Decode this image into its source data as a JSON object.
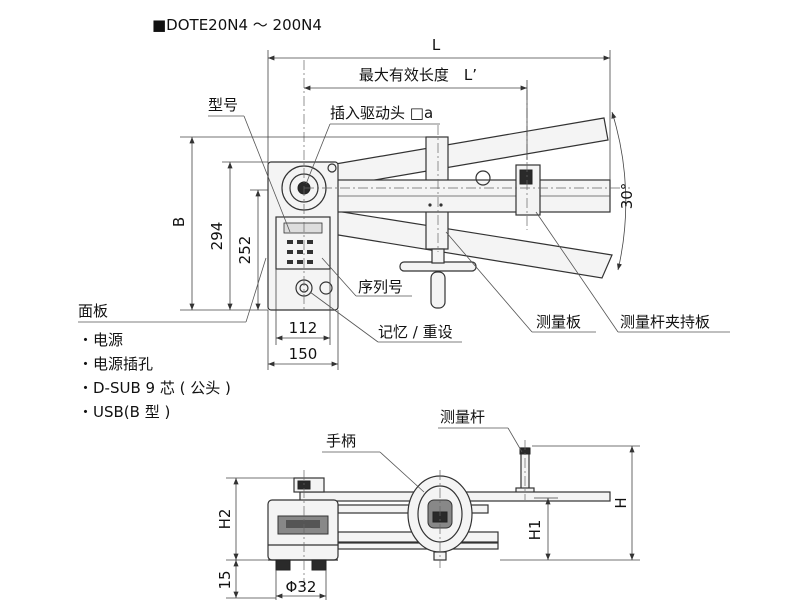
{
  "model_title": "■DOTE20N4 ～ 200N4",
  "dimensions": {
    "L": "L",
    "max_effective_length": "最大有效长度　L’",
    "B": "B",
    "d294": "294",
    "d252": "252",
    "d112": "112",
    "d150": "150",
    "angle": "30°",
    "H": "H",
    "H1": "H1",
    "H2": "H2",
    "d15": "15",
    "phi32": "Φ32"
  },
  "labels": {
    "model_number": "型号",
    "drive_head": "插入驱动头 □a",
    "serial_number": "序列号",
    "memory_reset": "记忆 / 重设",
    "measuring_plate": "测量板",
    "holder_plate": "测量杆夹持板",
    "handle": "手柄",
    "measuring_rod": "测量杆"
  },
  "panel": {
    "title": "面板",
    "items": [
      "・电源",
      "・电源插孔",
      "・D-SUB 9 芯 ( 公头 )",
      "・USB(B 型 )"
    ]
  }
}
